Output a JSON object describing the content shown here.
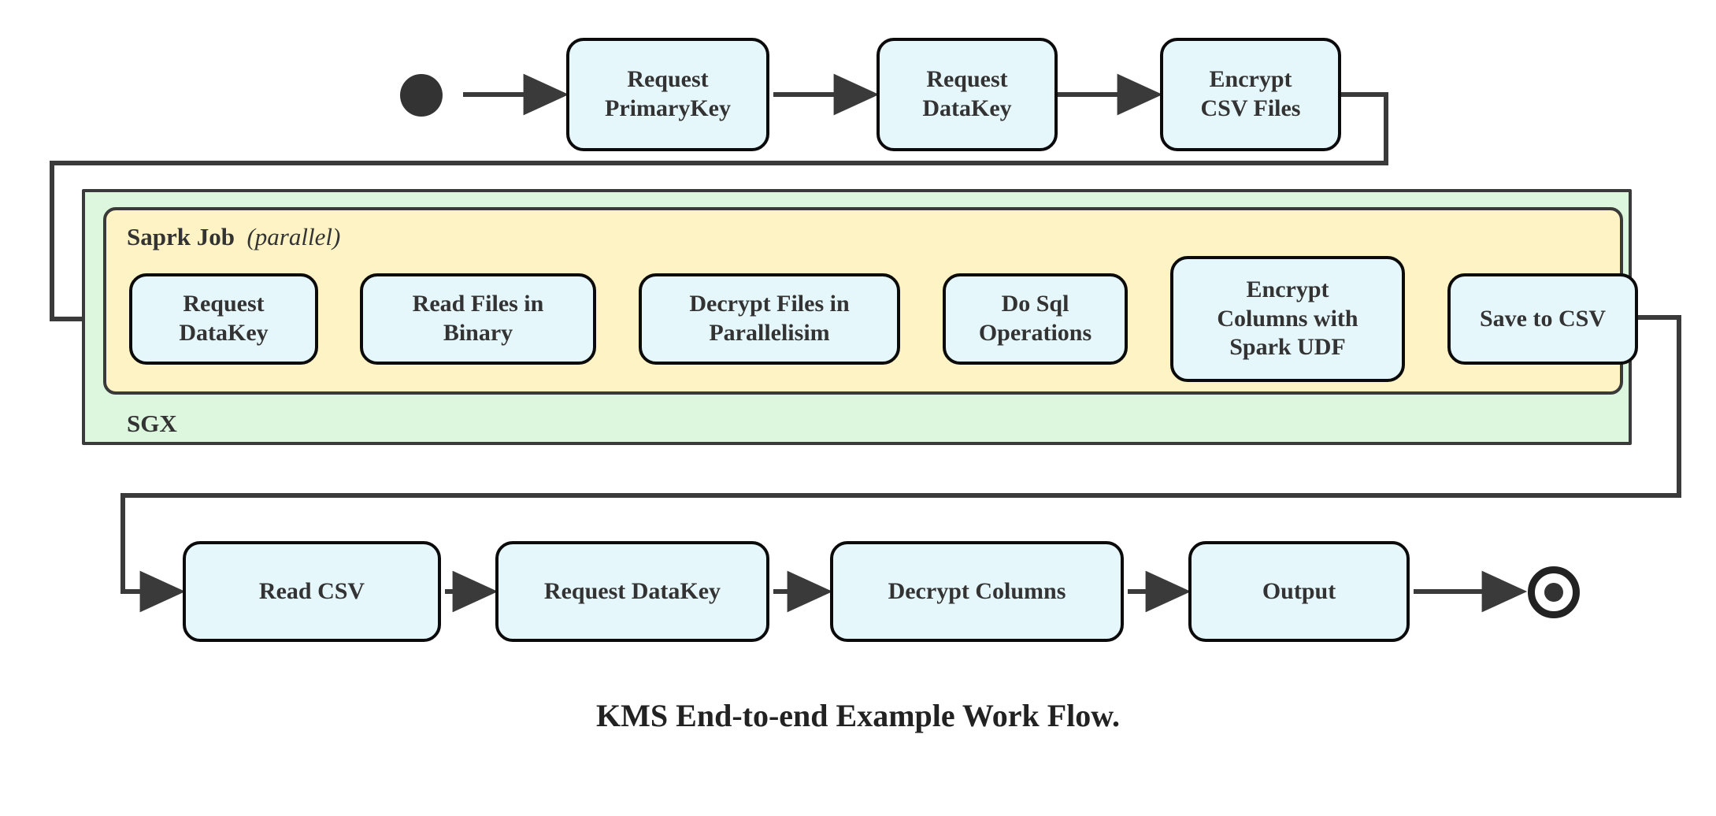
{
  "figure": {
    "caption": "KMS End-to-end Example Work Flow.",
    "colors": {
      "node_fill": "#e6f7fb",
      "node_border": "#0b0b0b",
      "sgx_fill": "#dcf7de",
      "spark_fill": "#fdf3c4",
      "edge": "#3a3a3a",
      "text": "#333333",
      "start_marker": "#333333",
      "end_marker": "#222222"
    }
  },
  "markers": {
    "start": "start-node-filled-circle",
    "end": "end-node-ringed-circle"
  },
  "containers": {
    "sgx": {
      "label": "SGX"
    },
    "spark": {
      "label_bold": "Saprk Job",
      "label_italic": "(parallel)"
    }
  },
  "nodes": {
    "top_row": [
      {
        "id": "request-primarykey",
        "label": "Request\nPrimaryKey"
      },
      {
        "id": "request-datakey-top",
        "label": "Request\nDataKey"
      },
      {
        "id": "encrypt-csv-files",
        "label": "Encrypt\nCSV Files"
      }
    ],
    "spark_row": [
      {
        "id": "request-datakey-spark",
        "label": "Request\nDataKey"
      },
      {
        "id": "read-files-in-binary",
        "label": "Read Files in\nBinary"
      },
      {
        "id": "decrypt-files-in-parallelisim",
        "label": "Decrypt Files in\nParallelisim"
      },
      {
        "id": "do-sql-operations",
        "label": "Do Sql\nOperations"
      },
      {
        "id": "encrypt-columns-with-spark-udf",
        "label": "Encrypt\nColumns with\nSpark UDF"
      },
      {
        "id": "save-to-csv",
        "label": "Save to CSV"
      }
    ],
    "bottom_row": [
      {
        "id": "read-csv",
        "label": "Read CSV"
      },
      {
        "id": "request-datakey-bottom",
        "label": "Request DataKey"
      },
      {
        "id": "decrypt-columns",
        "label": "Decrypt Columns"
      },
      {
        "id": "output",
        "label": "Output"
      }
    ]
  },
  "flow_sequence": [
    "start",
    "Request PrimaryKey",
    "Request DataKey",
    "Encrypt CSV Files",
    "Request DataKey",
    "Read Files in Binary",
    "Decrypt Files in Parallelisim",
    "Do Sql Operations",
    "Encrypt Columns with Spark UDF",
    "Save to CSV",
    "Read CSV",
    "Request DataKey",
    "Decrypt Columns",
    "Output",
    "end"
  ]
}
